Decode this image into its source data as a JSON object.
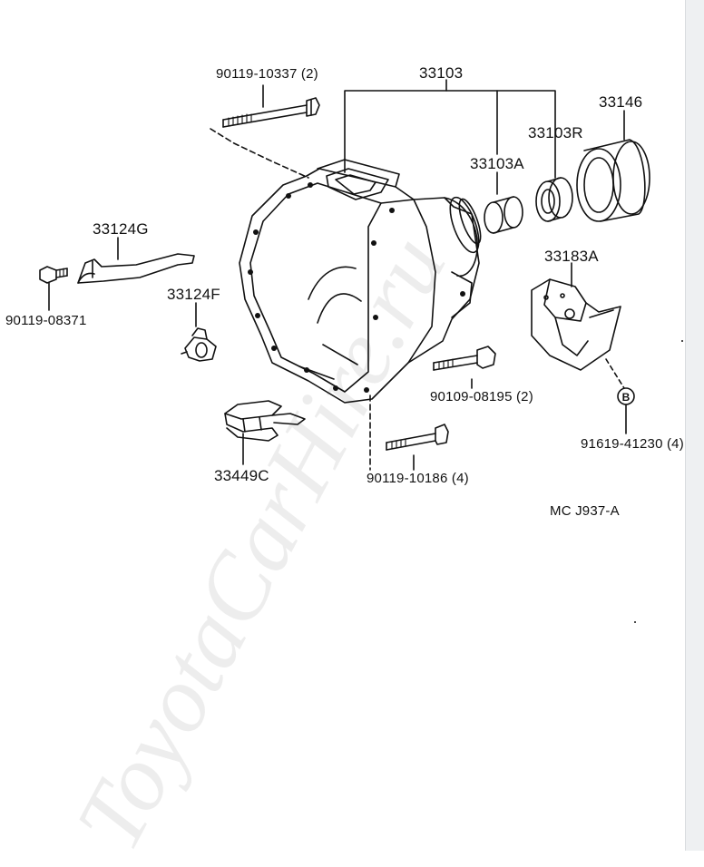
{
  "diagram": {
    "parts": {
      "bolt_top": "90119-10337 (2)",
      "housing": "33103",
      "bushing_r": "33103R",
      "bushing_a": "33103A",
      "cover": "33146",
      "lever": "33124G",
      "bolt_lever": "90119-08371",
      "pivot": "33124F",
      "bracket": "33183A",
      "bolt_mid": "90109-08195 (2)",
      "clip": "33449C",
      "bolt_bottom": "90119-10186 (4)",
      "bolt_bracket": "91619-41230 (4)"
    },
    "callout_letter": "B",
    "figure_code": "MC J937-A"
  },
  "watermark": "ToyotaCarHire.ru",
  "colors": {
    "ink": "#111111",
    "paper": "#ffffff",
    "edge": "#eef0f2"
  }
}
